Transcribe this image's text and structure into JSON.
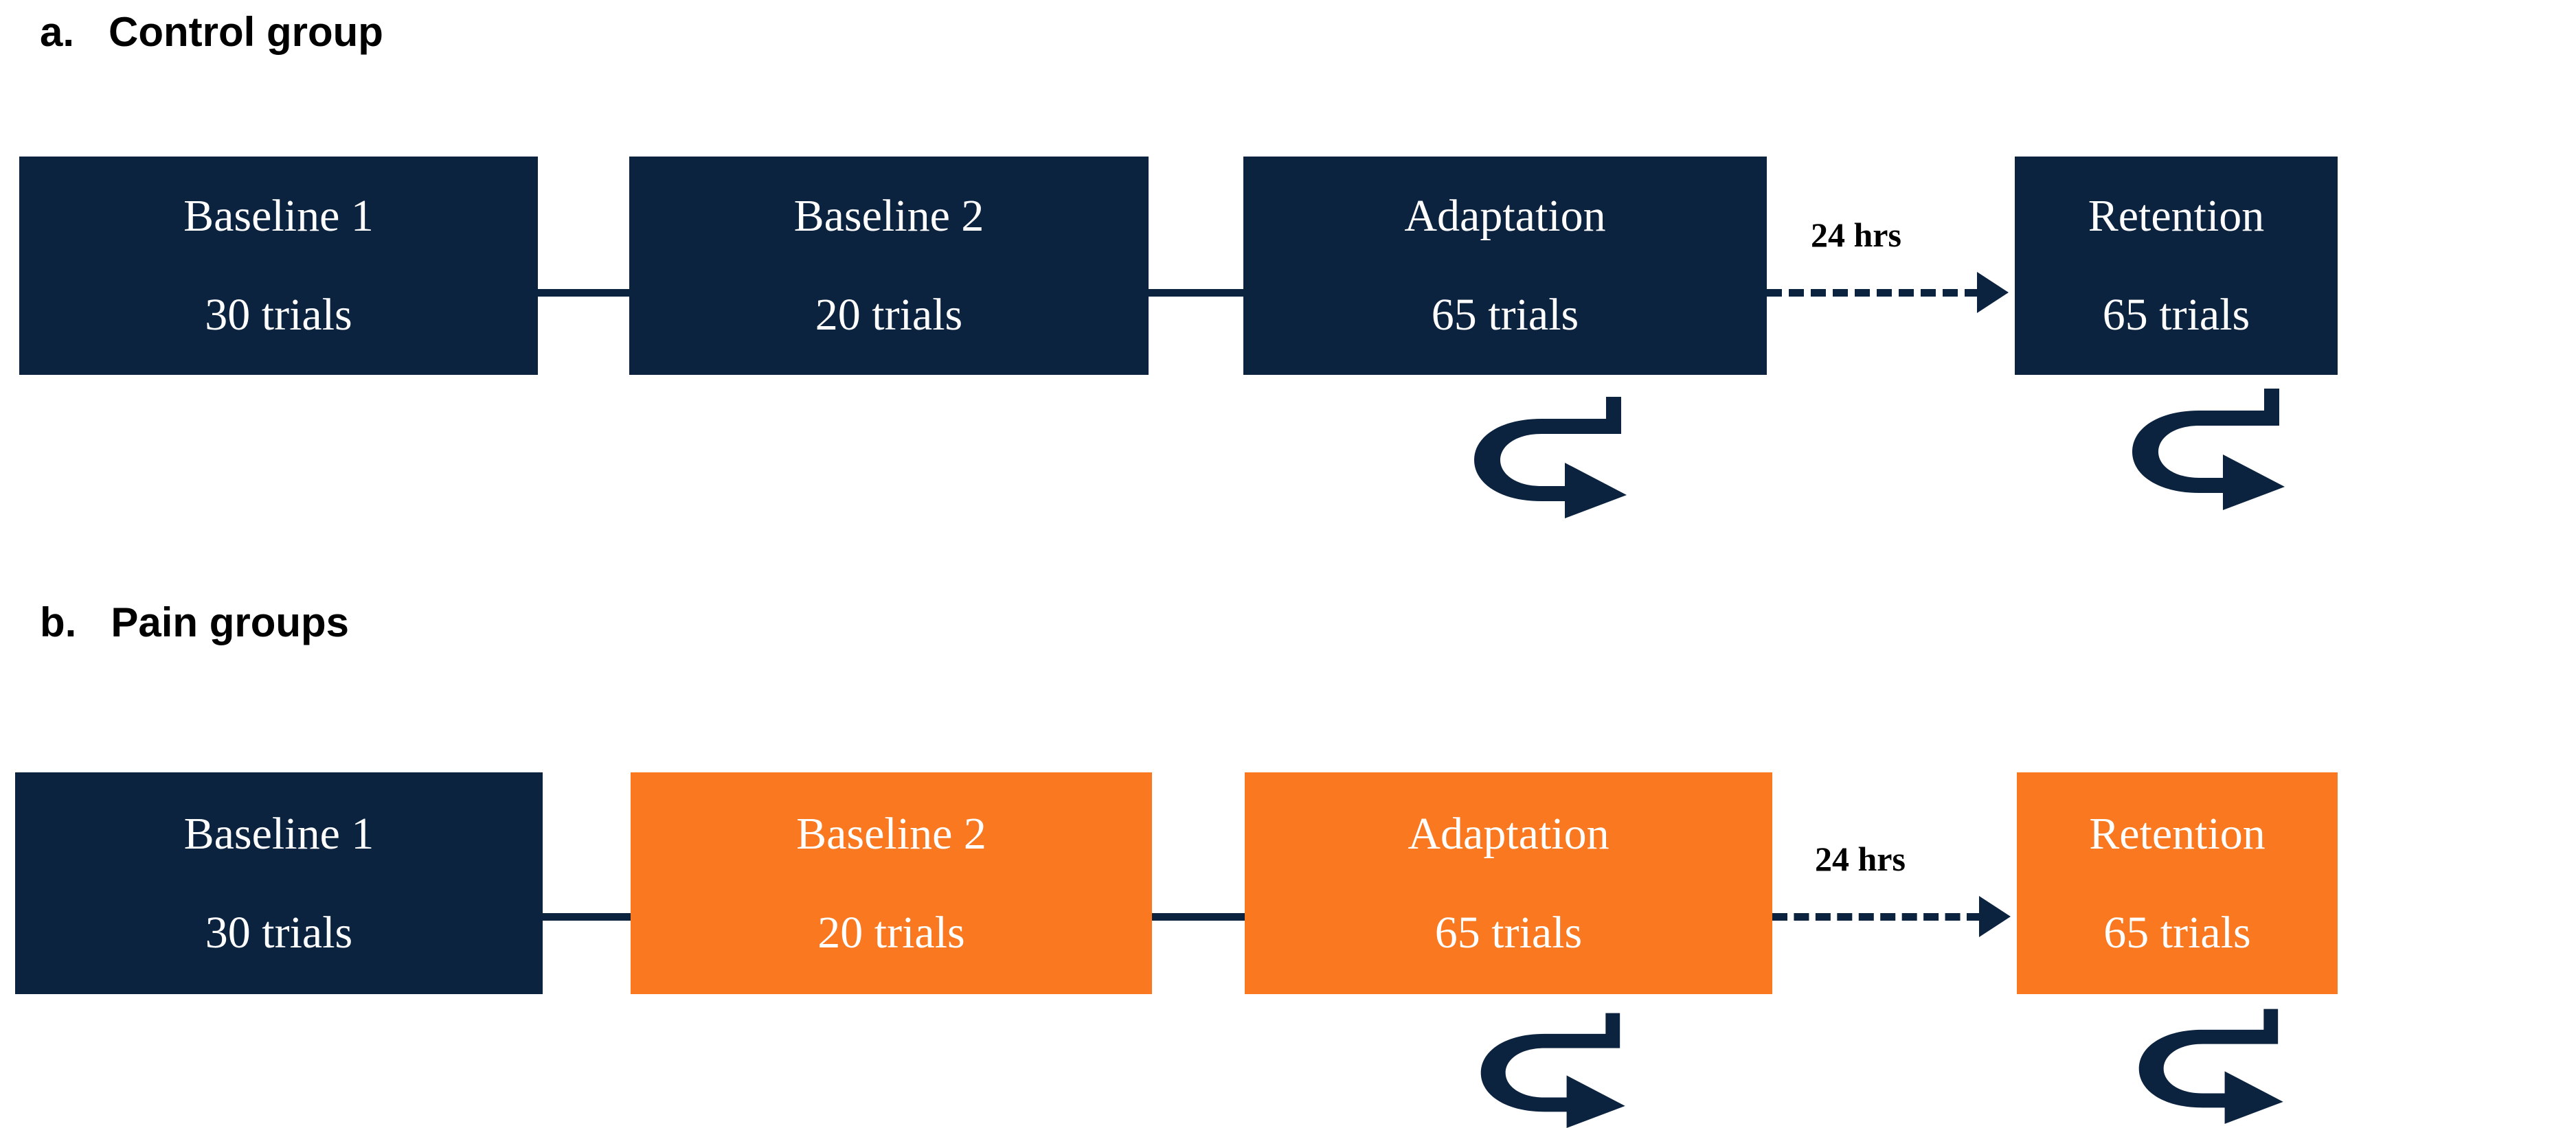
{
  "figure": {
    "background": "#ffffff",
    "navy": "#0C2340",
    "orange": "#F97820",
    "box_text_color": "#ffffff",
    "heading_color": "#000000"
  },
  "panels": [
    {
      "letter": "a.",
      "title": "Control group",
      "boxes": [
        {
          "label": "Baseline 1",
          "trials": "30 trials",
          "color": "#0C2340",
          "rotation_icon": false
        },
        {
          "label": "Baseline 2",
          "trials": "20 trials",
          "color": "#0C2340",
          "rotation_icon": false
        },
        {
          "label": "Adaptation",
          "trials": "65 trials",
          "color": "#0C2340",
          "rotation_icon": true
        },
        {
          "label": "Retention",
          "trials": "65 trials",
          "color": "#0C2340",
          "rotation_icon": true
        }
      ],
      "delay_label": "24 hrs"
    },
    {
      "letter": "b.",
      "title": "Pain groups",
      "boxes": [
        {
          "label": "Baseline 1",
          "trials": "30 trials",
          "color": "#0C2340",
          "rotation_icon": false
        },
        {
          "label": "Baseline 2",
          "trials": "20 trials",
          "color": "#F97820",
          "rotation_icon": false
        },
        {
          "label": "Adaptation",
          "trials": "65 trials",
          "color": "#F97820",
          "rotation_icon": true
        },
        {
          "label": "Retention",
          "trials": "65 trials",
          "color": "#F97820",
          "rotation_icon": true
        }
      ],
      "delay_label": "24 hrs"
    }
  ],
  "icons": {
    "rotation": "u-turn-rotation-arrow",
    "delay_arrow": "dashed-arrow-right"
  }
}
